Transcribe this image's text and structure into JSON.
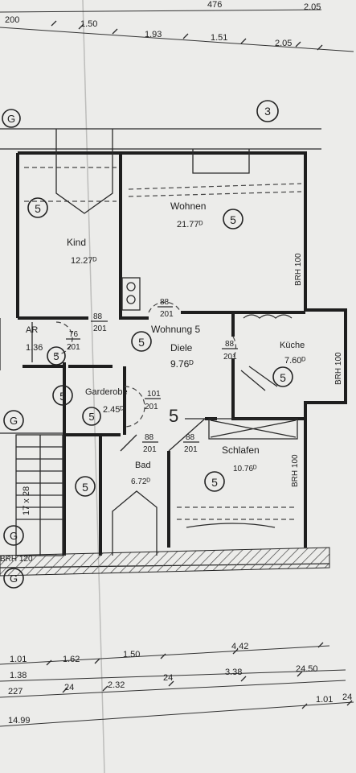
{
  "rooms": {
    "wohnen": {
      "name": "Wohnen",
      "area": "21.77ᴰ",
      "zone": "5"
    },
    "kind": {
      "name": "Kind",
      "area": "12.27ᴰ",
      "zone": "5"
    },
    "ar": {
      "name": "AR",
      "area": "1.36",
      "zone": "5"
    },
    "diele": {
      "title": "Wohnung 5",
      "name": "Diele",
      "area": "9.76ᴰ",
      "zone": "5"
    },
    "kueche": {
      "name": "Küche",
      "area": "7.60ᴰ",
      "zone": "5"
    },
    "garderobe": {
      "name": "Garderobe",
      "area": "2.45ᴰ",
      "zone": "5"
    },
    "bad": {
      "name": "Bad",
      "area": "6.72ᴰ",
      "zone": "5"
    },
    "schlafen": {
      "name": "Schlafen",
      "area": "10.76ᴰ",
      "zone": "5"
    }
  },
  "markers": {
    "g": "G",
    "three": "3",
    "five": "5",
    "brh100": "BRH 100",
    "brh120": "BRH 120",
    "stairs": "17 x 28"
  },
  "doors": {
    "wohnen": {
      "w": "88",
      "h": "201"
    },
    "kind": {
      "w": "88",
      "h": "201"
    },
    "ar": {
      "w": "76",
      "h": "201"
    },
    "kueche": {
      "w": "88",
      "h": "201"
    },
    "garderobe": {
      "w": "101",
      "h": "201"
    },
    "bad": {
      "w": "88",
      "h": "201"
    },
    "schlafen": {
      "w": "88",
      "h": "201"
    }
  },
  "dimensions": {
    "top": {
      "row1": [
        "200",
        "476",
        "2.05"
      ],
      "row2": [
        "1.50",
        "1.93",
        "1.51",
        "2.05"
      ]
    },
    "bottom": {
      "row1": [
        "1.01",
        "1.62",
        "1.50",
        "4.42"
      ],
      "row2": [
        "1.38",
        "2.32",
        "3.38",
        "24",
        "24.50"
      ],
      "row3": [
        "227",
        "24",
        "1.01",
        "24"
      ],
      "row4": [
        "14.99"
      ]
    }
  }
}
